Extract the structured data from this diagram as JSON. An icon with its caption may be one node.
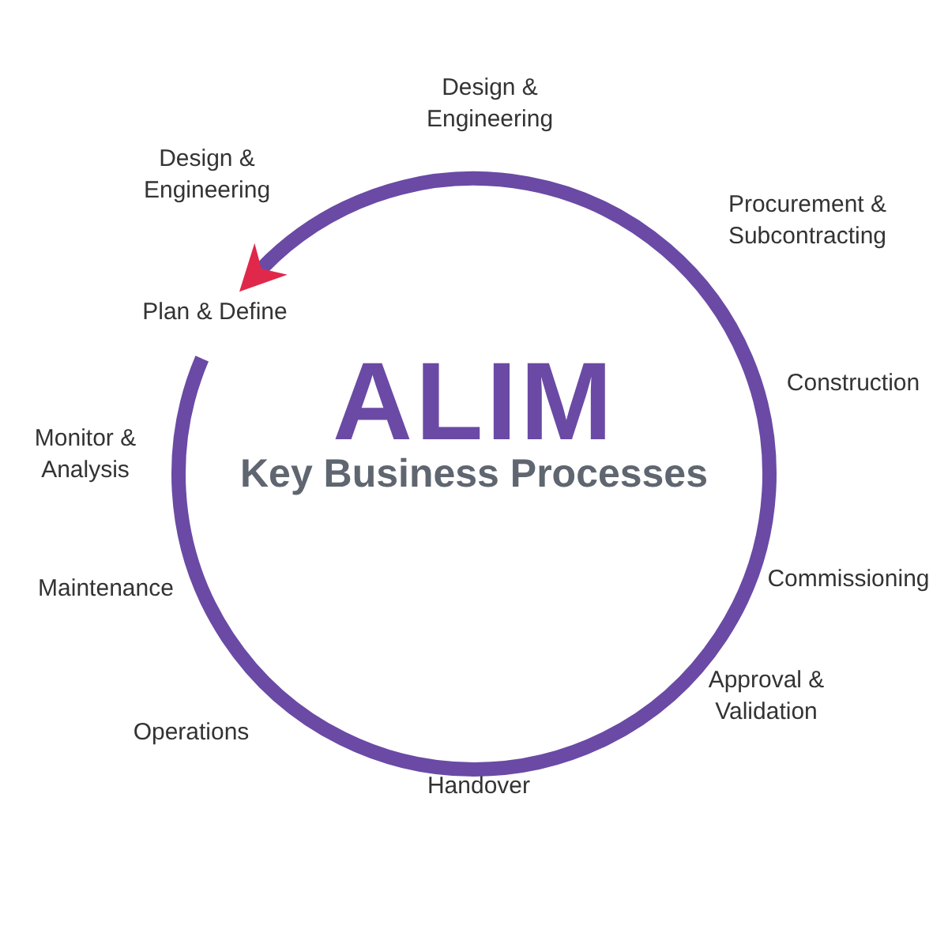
{
  "diagram": {
    "title": "ALIM",
    "labels": [
      "Key Business Processes",
      "Design & Engineering",
      "Procurement & Subcontracting",
      "Construction",
      "Commissioning",
      "Approval & Validation",
      "Handover",
      "Operations",
      "Maintenance",
      "Monitor & Analysis",
      "Plan & Define",
      "Design & Engineering"
    ]
  }
}
